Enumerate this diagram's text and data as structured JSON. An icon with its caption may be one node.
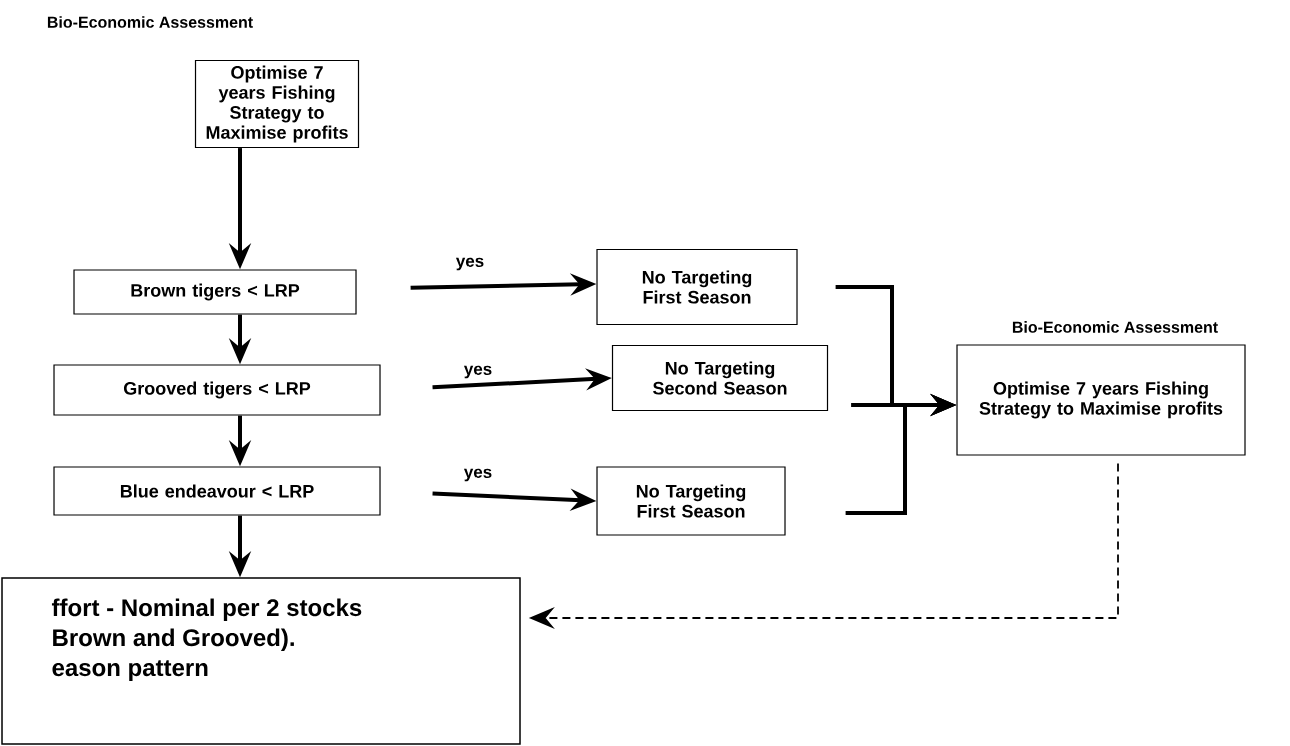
{
  "diagram": {
    "nodes": [
      {
        "text": [
          "Bio-Economic Assessment",
          "Optimise 7 years Fishing Strategy to Maximise profits"
        ]
      },
      {
        "text": [
          "Brown tigers < LRP"
        ]
      },
      {
        "text": [
          "No Targeting First Season"
        ]
      },
      {
        "text": [
          "Grooved tigers < LRP"
        ]
      },
      {
        "text": [
          "No Targeting Second Season"
        ]
      },
      {
        "text": [
          "Blue endeavour < LRP"
        ]
      },
      {
        "text": [
          "No Targeting First Season"
        ]
      },
      {
        "text": [
          "Bio-Economic Assessment",
          "Optimise 7 years Fishing Strategy to Maximise profits"
        ]
      },
      {
        "text": [
          "ffort - Nominal per 2 stocks",
          "Brown and Grooved).",
          "eason pattern"
        ]
      }
    ],
    "edges": [
      {
        "from": 0,
        "to": 1,
        "arrow": "to"
      },
      {
        "from": 1,
        "to": 3,
        "arrow": "to"
      },
      {
        "from": 3,
        "to": 5,
        "arrow": "to"
      },
      {
        "from": 5,
        "to": 8,
        "arrow": "to"
      },
      {
        "from": 1,
        "to": 2,
        "arrow": "to",
        "label": "yes"
      },
      {
        "from": 3,
        "to": 4,
        "arrow": "to",
        "label": "yes"
      },
      {
        "from": 5,
        "to": 6,
        "arrow": "to",
        "label": "yes"
      },
      {
        "from": 2,
        "to": 7,
        "arrow": "to"
      },
      {
        "from": 4,
        "to": 7,
        "arrow": "to"
      },
      {
        "from": 6,
        "to": 7,
        "arrow": "to"
      },
      {
        "from": 7,
        "to": 8,
        "arrow": "to",
        "style": "dashed"
      }
    ]
  }
}
